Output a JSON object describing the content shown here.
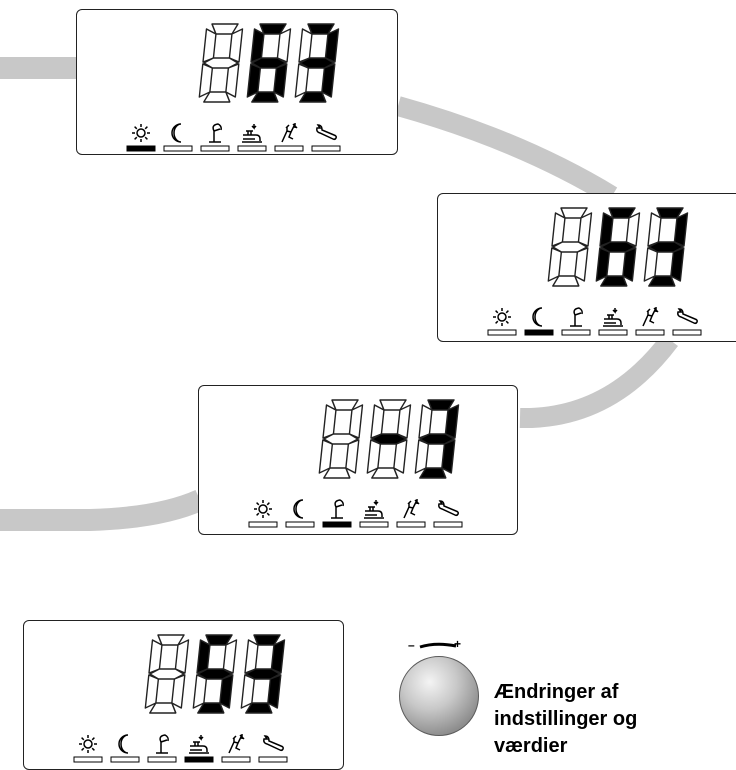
{
  "panels": [
    {
      "id": "display-1",
      "digits_active": [
        false,
        true,
        true
      ],
      "digit_shapes": [
        "8",
        "6",
        "3"
      ],
      "active_mode": "sun"
    },
    {
      "id": "display-2",
      "digits_active": [
        false,
        true,
        true
      ],
      "digit_shapes": [
        "8",
        "6",
        "3"
      ],
      "active_mode": "moon"
    },
    {
      "id": "display-3",
      "digits_active": [
        false,
        true,
        true
      ],
      "digit_shapes": [
        "8",
        "-",
        "3"
      ],
      "active_mode": "frost"
    },
    {
      "id": "display-4",
      "digits_active": [
        false,
        true,
        true
      ],
      "digit_shapes": [
        "8",
        "5",
        "3"
      ],
      "active_mode": "tap"
    }
  ],
  "mode_icons": [
    "sun-icon",
    "moon-icon",
    "frost-icon",
    "tap-icon",
    "legionella-icon",
    "wrench-icon"
  ],
  "knob": {
    "minus": "–",
    "plus": "+",
    "caption_lines": [
      "Ændringer af",
      "indstillinger og",
      "værdier"
    ]
  },
  "colors": {
    "band": "#c8c8c8",
    "lcd_on": "#000000",
    "lcd_outline": "#222222"
  }
}
